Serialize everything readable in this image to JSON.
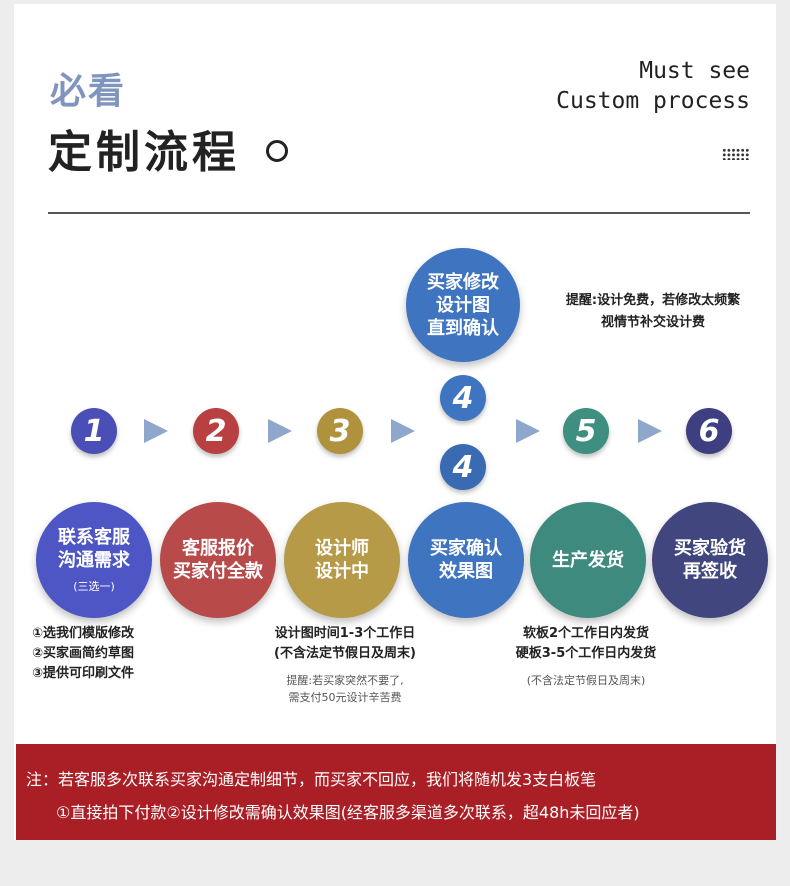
{
  "header": {
    "title_top": "必看",
    "title_main": "定制流程",
    "en_line1": "Must see",
    "en_line2": "Custom process"
  },
  "steps": [
    {
      "number": "1",
      "color": "#4a4fb8",
      "label_lines": [
        "联系客服",
        "沟通需求"
      ],
      "sub": "(三选一)",
      "circle_color": "#4e55c4"
    },
    {
      "number": "2",
      "color": "#b84040",
      "label_lines": [
        "客服报价",
        "买家付全款"
      ],
      "circle_color": "#b84a4a"
    },
    {
      "number": "3",
      "color": "#b0913c",
      "label_lines": [
        "设计师",
        "设计中"
      ],
      "circle_color": "#b69a48"
    },
    {
      "number": "4",
      "color": "#3a6bb2",
      "label_lines": [
        "买家确认",
        "效果图"
      ],
      "circle_color": "#3f74c0"
    },
    {
      "number": "5",
      "color": "#3f8f80",
      "label_lines": [
        "生产发货"
      ],
      "circle_color": "#3f8a7e"
    },
    {
      "number": "6",
      "color": "#3d3f80",
      "label_lines": [
        "买家验货",
        "再签收"
      ],
      "circle_color": "#42467f"
    }
  ],
  "revise": {
    "number": "4",
    "label_lines": [
      "买家修改",
      "设计图",
      "直到确认"
    ],
    "color": "#3f74c0",
    "reminder_line1": "提醒:设计免费，若修改太频繁",
    "reminder_line2": "视情节补交设计费"
  },
  "notes": {
    "step1": [
      "①选我们模版修改",
      "②买家画简约草图",
      "③提供可印刷文件"
    ],
    "step3_main": [
      "设计图时间1-3个工作日",
      "(不含法定节假日及周末)"
    ],
    "step3_small": [
      "提醒:若买家突然不要了,",
      "需支付50元设计辛苦费"
    ],
    "step5_main": [
      "软板2个工作日内发货",
      "硬板3-5个工作日内发货"
    ],
    "step5_small": "(不含法定节假日及周末)"
  },
  "banner": {
    "line1": "注：若客服多次联系买家沟通定制细节，而买家不回应，我们将随机发3支白板笔",
    "line2": "①直接拍下付款②设计修改需确认效果图(经客服多渠道多次联系，超48h未回应者)",
    "color": "#aa1f25"
  },
  "colors": {
    "arrow": "#8fa6cd",
    "accent_title": "#7f95bd"
  }
}
